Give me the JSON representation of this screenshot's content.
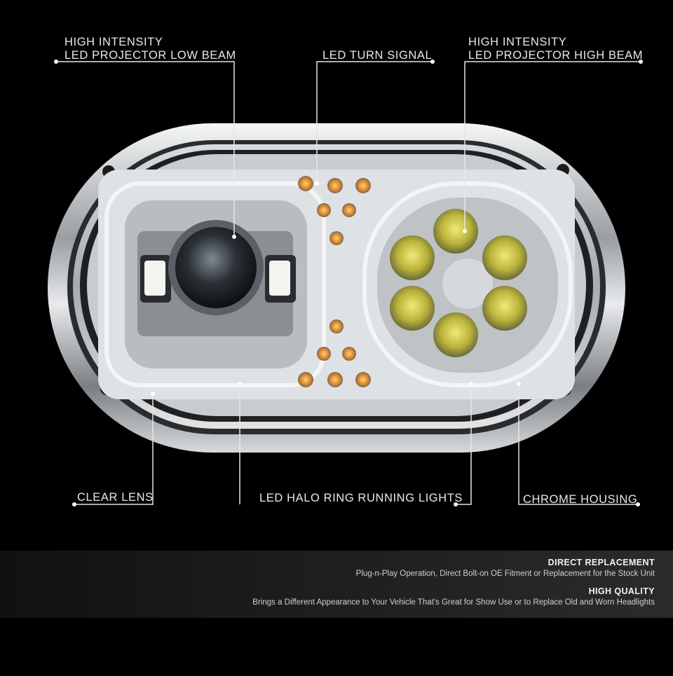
{
  "callouts": {
    "low_beam_line1": "HIGH INTENSITY",
    "low_beam_line2": "LED PROJECTOR LOW BEAM",
    "turn_signal": "LED TURN SIGNAL",
    "high_beam_line1": "HIGH INTENSITY",
    "high_beam_line2": "LED PROJECTOR HIGH BEAM",
    "clear_lens": "CLEAR LENS",
    "halo_ring": "LED HALO RING RUNNING LIGHTS",
    "chrome_housing": "CHROME HOUSING"
  },
  "features": [
    {
      "title": "DIRECT REPLACEMENT",
      "desc": "Plug-n-Play Operation, Direct Bolt-on OE Fitment or Replacement for the Stock Unit"
    },
    {
      "title": "HIGH QUALITY",
      "desc": "Brings a Different Appearance to Your Vehicle That's Great for Show Use or to Replace Old and Worn Headlights"
    }
  ],
  "colors": {
    "background": "#000000",
    "text": "#e9e9e9",
    "amber": "#f0a030",
    "led_yellow": "#c8c23a",
    "chrome": "#cfd2d4"
  }
}
